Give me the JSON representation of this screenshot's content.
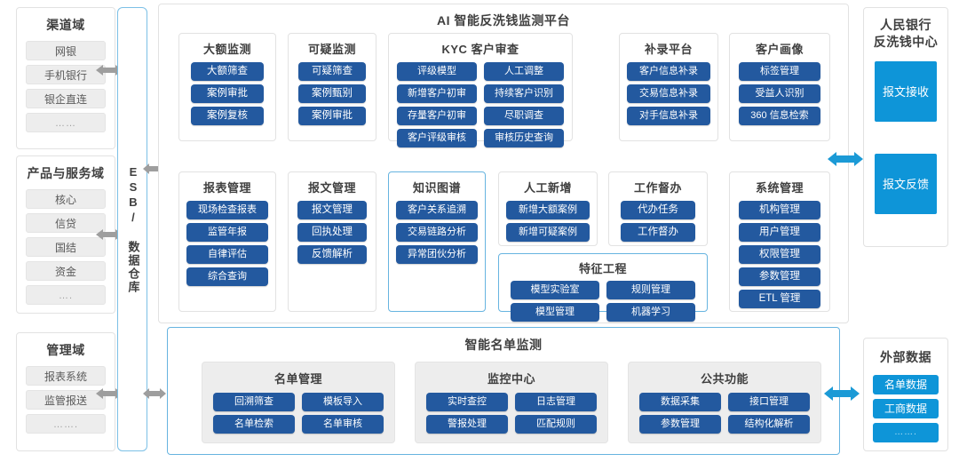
{
  "colors": {
    "button_blue": "#23599f",
    "cyan": "#0e95d8",
    "arrow_blue": "#1b9ad6",
    "arrow_grey": "#9e9e9e",
    "highlight_border": "#67b4e0",
    "grey_fill": "#ededed"
  },
  "esb": {
    "label": "ESB/ 数据仓库"
  },
  "left_column": [
    {
      "title": "渠道域",
      "items": [
        "网银",
        "手机银行",
        "银企直连",
        "……"
      ]
    },
    {
      "title": "产品与服务域",
      "items": [
        "核心",
        "信贷",
        "国结",
        "资金",
        "…."
      ]
    },
    {
      "title": "管理域",
      "items": [
        "报表系统",
        "监管报送",
        "……."
      ]
    }
  ],
  "platform": {
    "title": "AI 智能反洗钱监测平台",
    "row1": [
      {
        "title": "大额监测",
        "highlight": false,
        "columns": [
          [
            "大额筛查",
            "案例审批",
            "案例复核"
          ]
        ]
      },
      {
        "title": "可疑监测",
        "highlight": false,
        "columns": [
          [
            "可疑筛查",
            "案例甄别",
            "案例审批"
          ]
        ]
      },
      {
        "title": "KYC 客户审查",
        "highlight": false,
        "columns": [
          [
            "评级模型",
            "新增客户初审",
            "存量客户初审",
            "客户评级审核"
          ],
          [
            "人工调整",
            "持续客户识别",
            "尽职调查",
            "审核历史查询"
          ]
        ]
      },
      {
        "title": "补录平台",
        "highlight": false,
        "columns": [
          [
            "客户信息补录",
            "交易信息补录",
            "对手信息补录"
          ]
        ]
      },
      {
        "title": "客户画像",
        "highlight": false,
        "columns": [
          [
            "标签管理",
            "受益人识别",
            "360 信息检索"
          ]
        ]
      }
    ],
    "row2": [
      {
        "title": "报表管理",
        "highlight": false,
        "columns": [
          [
            "现场检查报表",
            "监管年报",
            "自律评估",
            "综合查询"
          ]
        ]
      },
      {
        "title": "报文管理",
        "highlight": false,
        "columns": [
          [
            "报文管理",
            "回执处理",
            "反馈解析"
          ]
        ]
      },
      {
        "title": "知识图谱",
        "highlight": true,
        "columns": [
          [
            "客户关系追溯",
            "交易链路分析",
            "异常团伙分析"
          ]
        ]
      },
      {
        "title": "人工新增",
        "highlight": false,
        "columns": [
          [
            "新增大额案例",
            "新增可疑案例"
          ]
        ]
      },
      {
        "title": "工作督办",
        "highlight": false,
        "columns": [
          [
            "代办任务",
            "工作督办"
          ]
        ]
      },
      {
        "title": "特征工程",
        "highlight": true,
        "columns": [
          [
            "模型实验室",
            "模型管理"
          ],
          [
            "规则管理",
            "机器学习"
          ]
        ]
      },
      {
        "title": "系统管理",
        "highlight": false,
        "columns": [
          [
            "机构管理",
            "用户管理",
            "权限管理",
            "参数管理",
            "ETL 管理"
          ]
        ]
      }
    ]
  },
  "smart_list": {
    "title": "智能名单监测",
    "groups": [
      {
        "title": "名单管理",
        "columns": [
          [
            "回溯筛查",
            "名单检索"
          ],
          [
            "模板导入",
            "名单审核"
          ]
        ]
      },
      {
        "title": "监控中心",
        "columns": [
          [
            "实时查控",
            "警报处理"
          ],
          [
            "日志管理",
            "匹配规则"
          ]
        ]
      },
      {
        "title": "公共功能",
        "columns": [
          [
            "数据采集",
            "参数管理"
          ],
          [
            "接口管理",
            "结构化解析"
          ]
        ]
      }
    ]
  },
  "right_column": {
    "pboc": {
      "title_line1": "人民银行",
      "title_line2": "反洗钱中心",
      "boxes": [
        "报文接收",
        "报文反馈"
      ]
    },
    "external": {
      "title": "外部数据",
      "items": [
        "名单数据",
        "工商数据",
        "……."
      ]
    }
  }
}
